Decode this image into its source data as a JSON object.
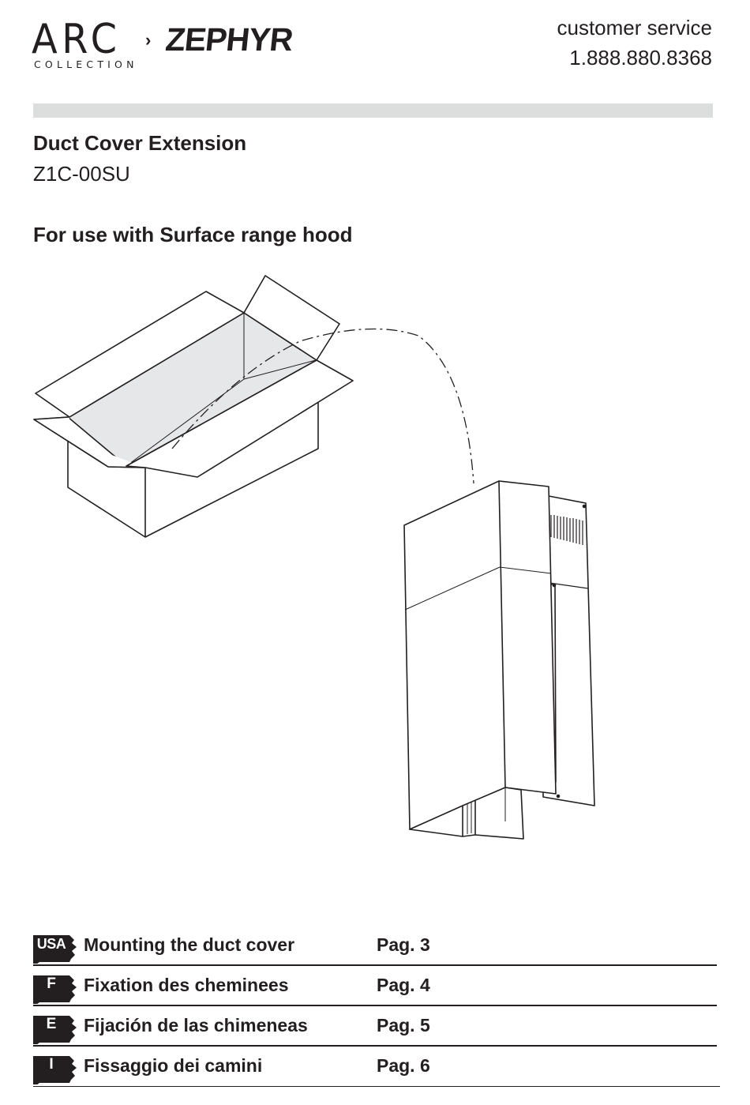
{
  "brand": {
    "arc": "ARC",
    "collection": "COLLECTION",
    "separator": "›",
    "zephyr": "ZEPHYR"
  },
  "customer_service": {
    "label": "customer service",
    "phone": "1.888.880.8368"
  },
  "product": {
    "title": "Duct Cover Extension",
    "model": "Z1C-00SU",
    "subtitle": "For use with Surface range hood"
  },
  "toc": [
    {
      "lang": "USA",
      "label": "Mounting the duct cover",
      "page": "Pag. 3"
    },
    {
      "lang": "F",
      "label": "Fixation des cheminees",
      "page": "Pag. 4"
    },
    {
      "lang": "E",
      "label": "Fijación de las chimeneas",
      "page": "Pag. 5"
    },
    {
      "lang": "I",
      "label": "Fissaggio dei camini",
      "page": "Pag. 6"
    }
  ],
  "colors": {
    "text": "#231f20",
    "bar": "#dcdddd",
    "box_interior": "#e6e7e8"
  },
  "icons": {
    "illustration": "box-to-duct-cover-illustration",
    "lang_badge": "language-tab-badge"
  }
}
